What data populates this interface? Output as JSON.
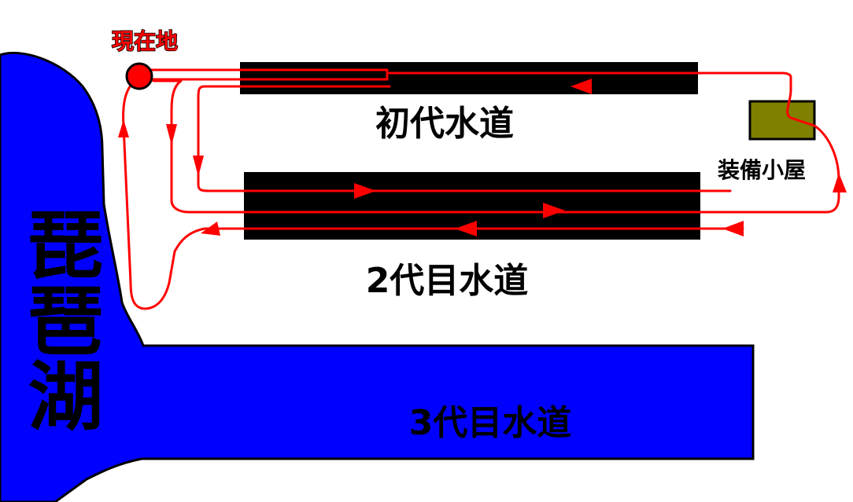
{
  "labels": {
    "lake": "琵琶湖",
    "current_location": "現在地",
    "canal_first": "初代水道",
    "canal_second": "2代目水道",
    "canal_third": "3代目水道",
    "equipment_hut": "装備小屋"
  },
  "colors": {
    "lake": "#0000ff",
    "canal_structure": "#000000",
    "route": "#ff0000",
    "current_location_marker": "#ff0000",
    "equipment_hut": "#808000",
    "current_location_text": "#ff0000",
    "label_text": "#000000"
  },
  "icons": {
    "current_location": "location-dot-icon",
    "route_direction": "arrowhead-icon"
  }
}
